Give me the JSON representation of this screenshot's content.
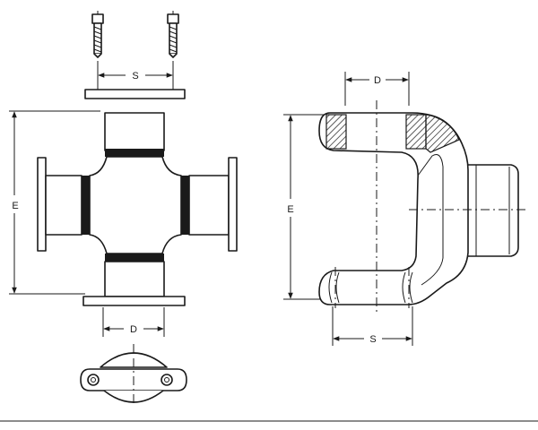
{
  "colors": {
    "ink": "#1a1a1a",
    "paper": "#ffffff"
  },
  "cross_kit": {
    "dim_s": "S",
    "dim_e": "E",
    "dim_d": "D"
  },
  "yoke": {
    "dim_d": "D",
    "dim_e": "E",
    "dim_s": "S"
  }
}
